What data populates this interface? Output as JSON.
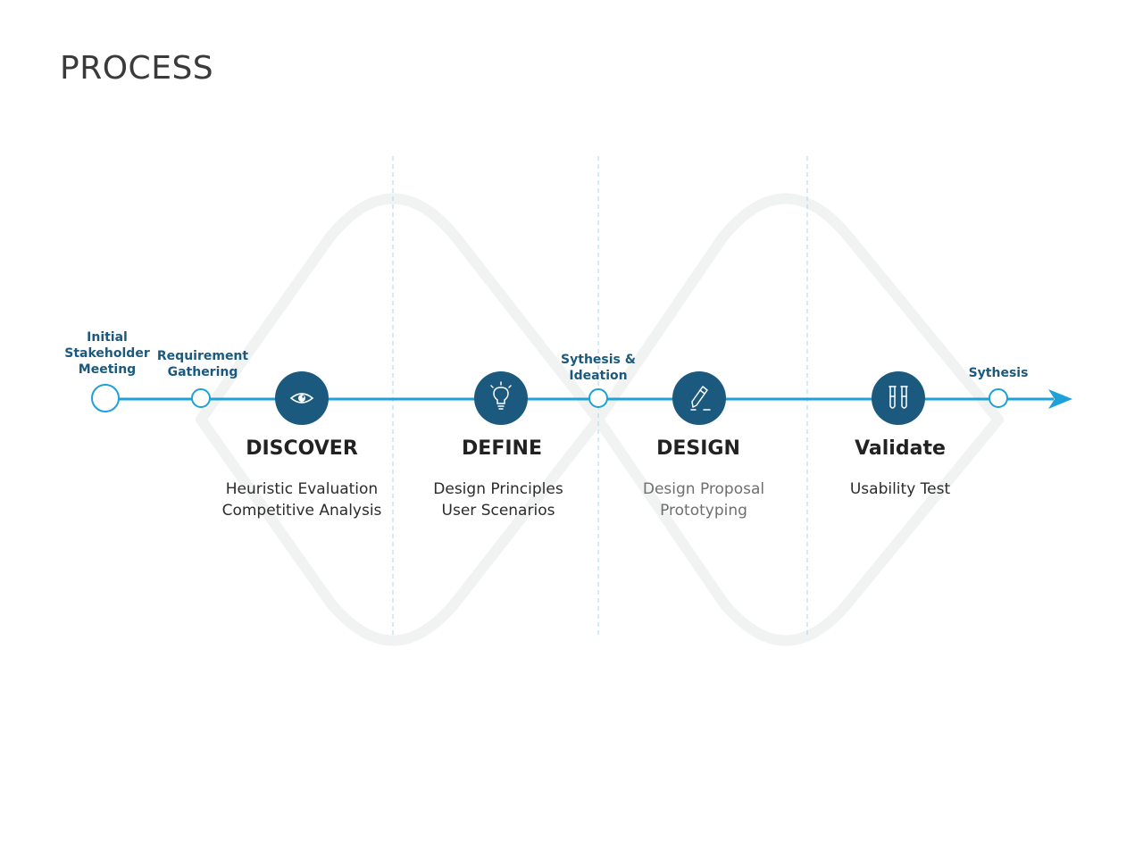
{
  "title": "PROCESS",
  "colors": {
    "accent": "#1ea1d9",
    "node": "#1b5a7e",
    "wave": "#f1f2f2",
    "divider": "#a9d7ea",
    "text_dark": "#222222",
    "text_light": "#6f6f6f"
  },
  "milestones": [
    {
      "lines": [
        "Initial",
        "Stakeholder",
        "Meeting"
      ]
    },
    {
      "lines": [
        "Requirement",
        "Gathering"
      ]
    },
    {
      "lines": [
        "Sythesis &",
        "Ideation"
      ]
    },
    {
      "lines": [
        "Sythesis"
      ]
    }
  ],
  "phases": [
    {
      "title": "DISCOVER",
      "icon": "eye-icon",
      "items": [
        "Heuristic Evaluation",
        "Competitive Analysis"
      ]
    },
    {
      "title": "DEFINE",
      "icon": "lightbulb-icon",
      "items": [
        "Design Principles",
        "User Scenarios"
      ]
    },
    {
      "title": "DESIGN",
      "icon": "pencil-icon",
      "items": [
        "Design Proposal",
        "Prototyping"
      ]
    },
    {
      "title": "Validate",
      "icon": "test-tubes-icon",
      "items": [
        "Usability Test"
      ]
    }
  ]
}
